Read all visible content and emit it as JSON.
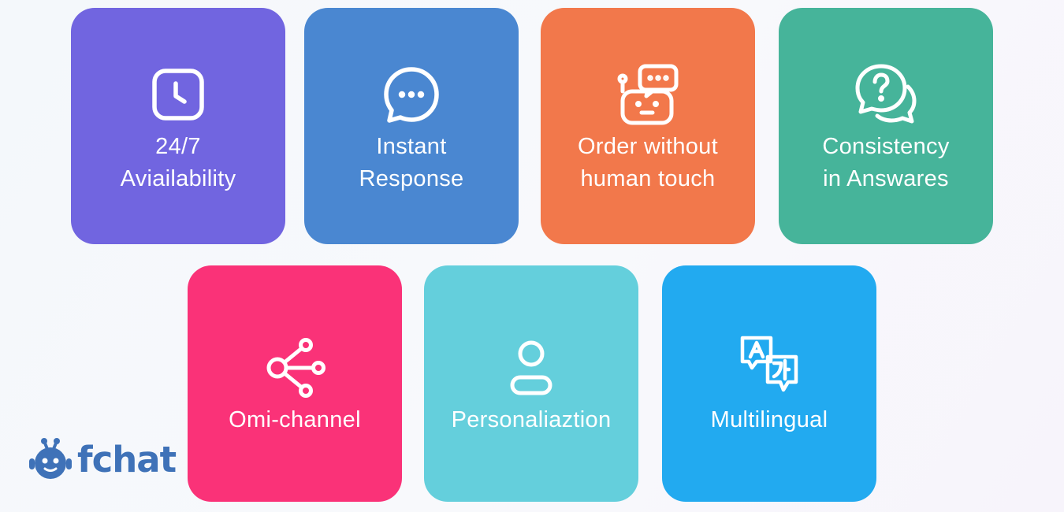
{
  "colors": {
    "purple": "#7165e0",
    "blue": "#4a87d1",
    "orange": "#f2784b",
    "green": "#46b49a",
    "pink": "#fa3278",
    "cyan": "#64cfdc",
    "sky": "#22aaf0",
    "brand": "#3f72b8"
  },
  "cards": [
    {
      "lines": [
        "24/7",
        "Aviailability"
      ],
      "icon": "clock-icon"
    },
    {
      "lines": [
        "Instant",
        "Response"
      ],
      "icon": "chat-bubble-icon"
    },
    {
      "lines": [
        "Order without",
        "human touch"
      ],
      "icon": "robot-chat-icon"
    },
    {
      "lines": [
        "Consistency",
        "in Answares"
      ],
      "icon": "question-bubble-icon"
    },
    {
      "lines": [
        "Omi-channel"
      ],
      "icon": "share-nodes-icon"
    },
    {
      "lines": [
        "Personaliaztion"
      ],
      "icon": "user-icon"
    },
    {
      "lines": [
        "Multilingual"
      ],
      "icon": "translate-icon"
    }
  ],
  "logo": {
    "text": "fchat",
    "icon": "robot-logo-icon"
  }
}
